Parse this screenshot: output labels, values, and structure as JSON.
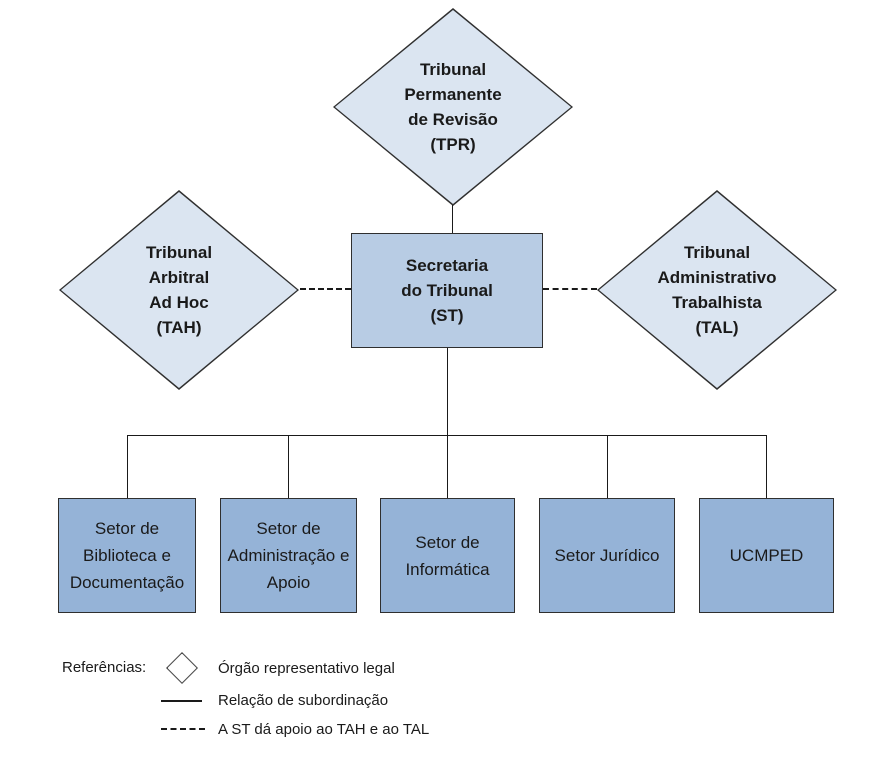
{
  "diagram": {
    "colors": {
      "diamond_fill": "#dbe5f1",
      "st_fill": "#b8cce4",
      "setor_fill": "#95b3d7",
      "shape_border": "#2f2f2f",
      "line_color": "#1a1a1a",
      "text_color": "#1a1a1a",
      "bg": "#ffffff"
    },
    "nodes": {
      "tpr": {
        "type": "diamond",
        "lines": [
          "Tribunal",
          "Permanente",
          "de Revisão",
          "(TPR)"
        ]
      },
      "tah": {
        "type": "diamond",
        "lines": [
          "Tribunal",
          "Arbitral",
          "Ad Hoc",
          "(TAH)"
        ]
      },
      "tal": {
        "type": "diamond",
        "lines": [
          "Tribunal",
          "Administrativo",
          "Trabalhista",
          "(TAL)"
        ]
      },
      "st": {
        "type": "rect",
        "lines": [
          "Secretaria",
          "do Tribunal",
          "(ST)"
        ]
      },
      "setor_biblioteca": {
        "type": "rect",
        "lines": [
          "Setor de",
          "Biblioteca e",
          "Documentação"
        ]
      },
      "setor_administracao": {
        "type": "rect",
        "lines": [
          "Setor de",
          "Administração e",
          "Apoio"
        ]
      },
      "setor_informatica": {
        "type": "rect",
        "lines": [
          "Setor de",
          "Informática"
        ]
      },
      "setor_juridico": {
        "type": "rect",
        "lines": [
          "Setor Jurídico"
        ]
      },
      "ucmped": {
        "type": "rect",
        "lines": [
          "UCMPED"
        ]
      }
    },
    "legend": {
      "title": "Referências:",
      "items": [
        {
          "symbol": "diamond",
          "label": "Órgão representativo legal"
        },
        {
          "symbol": "solid-line",
          "label": "Relação de subordinação"
        },
        {
          "symbol": "dashed-line",
          "label": "A ST dá apoio ao TAH e ao TAL"
        }
      ]
    }
  }
}
